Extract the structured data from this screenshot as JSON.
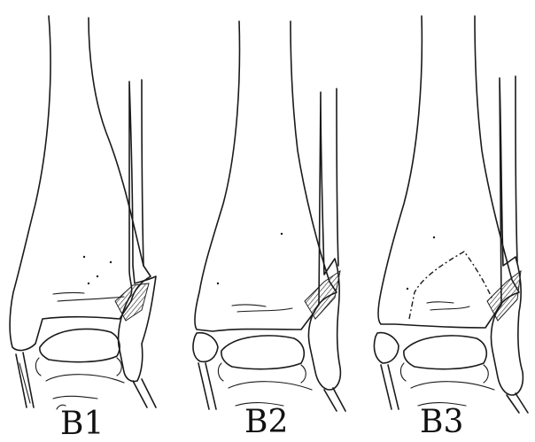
{
  "panels": [
    {
      "id": "b1",
      "label": "B1",
      "fill": "#ffffff"
    },
    {
      "id": "b2",
      "label": "B2",
      "fill": "#f4f1e1"
    },
    {
      "id": "b3",
      "label": "B3",
      "fill": "#f4f1e1"
    }
  ],
  "colors": {
    "ink": "#1a1a1a",
    "bone_tint": "#f4f1e1",
    "background": "#ffffff"
  }
}
